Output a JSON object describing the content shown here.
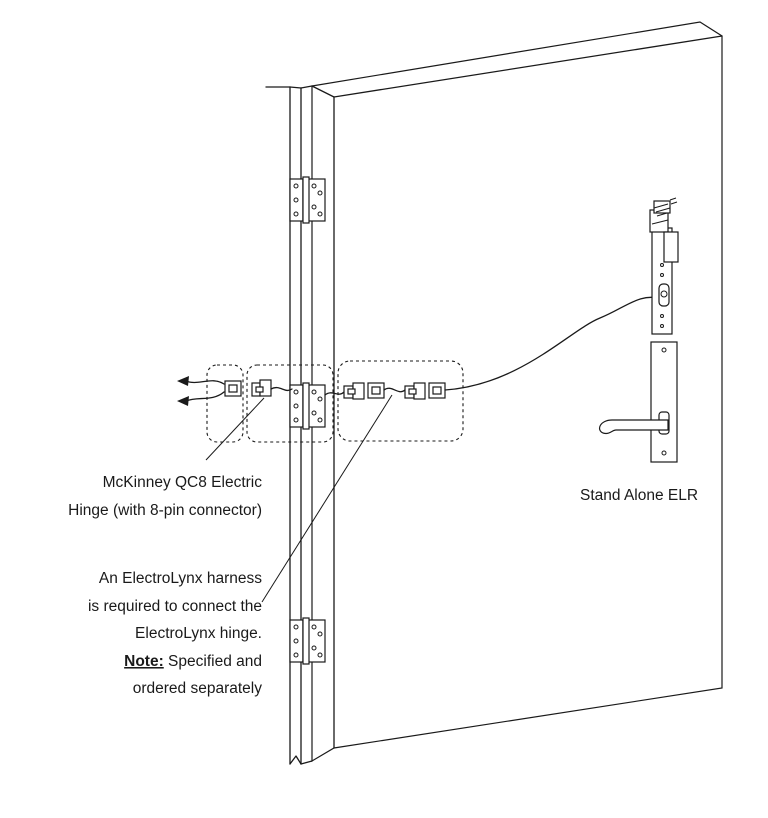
{
  "labels": {
    "hinge_line1": "McKinney QC8 Electric",
    "hinge_line2": "Hinge (with 8-pin connector)",
    "harness_line1": "An ElectroLynx harness",
    "harness_line2": "is required to connect the",
    "harness_line3": "ElectroLynx hinge.",
    "note_key": "Note:",
    "note_line1_rest": " Specified and",
    "note_line2": "ordered separately",
    "device": "Stand Alone ELR"
  },
  "icons": [
    "door",
    "door-frame",
    "butt-hinge",
    "electric-hinge",
    "connector-plug",
    "wire-harness",
    "latch-retraction-device",
    "lever-trim",
    "arrow"
  ]
}
